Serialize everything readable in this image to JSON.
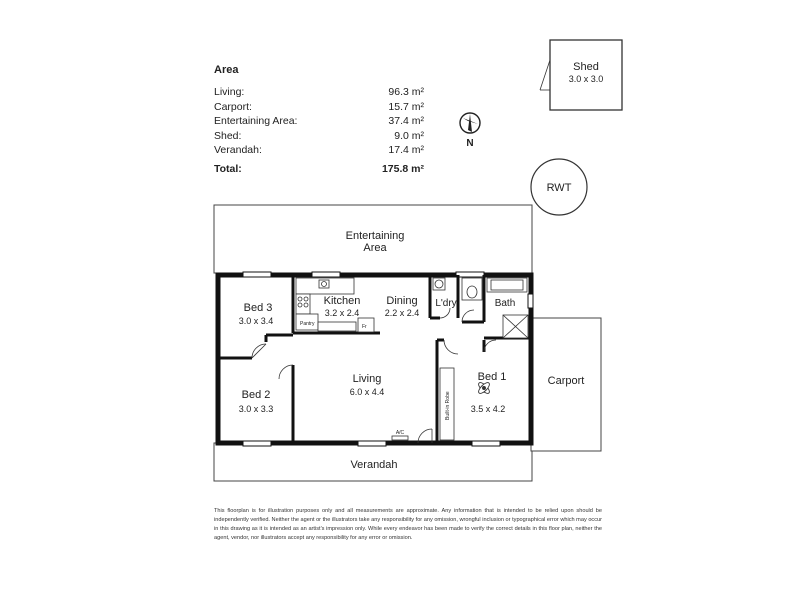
{
  "area_table": {
    "title": "Area",
    "rows": [
      {
        "label": "Living:",
        "value": "96.3 m²"
      },
      {
        "label": "Carport:",
        "value": "15.7 m²"
      },
      {
        "label": "Entertaining Area:",
        "value": "37.4 m²"
      },
      {
        "label": "Shed:",
        "value": "9.0 m²"
      },
      {
        "label": "Verandah:",
        "value": "17.4 m²"
      }
    ],
    "total_label": "Total:",
    "total_value": "175.8 m²"
  },
  "compass": {
    "label": "N"
  },
  "rwt": {
    "label": "RWT"
  },
  "shed": {
    "name": "Shed",
    "dims": "3.0 x 3.0"
  },
  "rooms": {
    "entertaining_line1": "Entertaining",
    "entertaining_line2": "Area",
    "kitchen_name": "Kitchen",
    "kitchen_dims": "3.2 x 2.4",
    "pantry": "Pantry",
    "fridge": "Fr",
    "dining_name": "Dining",
    "dining_dims": "2.2 x 2.4",
    "laundry": "L'dry",
    "bath": "Bath",
    "bed3_name": "Bed 3",
    "bed3_dims": "3.0 x 3.4",
    "bed2_name": "Bed 2",
    "bed2_dims": "3.0 x 3.3",
    "living_name": "Living",
    "living_dims": "6.0 x 4.4",
    "bed1_name": "Bed 1",
    "bed1_dims": "3.5 x 4.2",
    "robe": "Built-in Robe",
    "ac": "A/C",
    "carport": "Carport",
    "verandah": "Verandah"
  },
  "disclaimer": "This floorplan is for illustration purposes only and all measurements are approximate. Any information that is intended to be relied upon should be independently verified. Neither the agent or the illustrators take any responsibility for any omission, wrongful inclusion or typographical error which may occur in this drawing as it is intended as an artist's impression only. While every endeavor has been made to verify the correct details in this floor plan, neither the agent, vendor, nor illustrators accept any responsibility for any error or omission."
}
